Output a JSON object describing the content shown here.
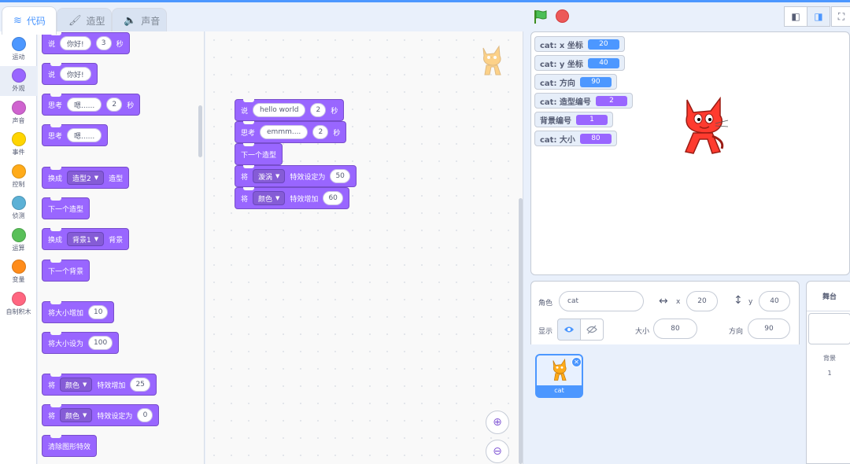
{
  "tabs": [
    {
      "label": "代码",
      "icon": "code-icon"
    },
    {
      "label": "造型",
      "icon": "brush-icon"
    },
    {
      "label": "声音",
      "icon": "speaker-icon"
    }
  ],
  "categories": [
    {
      "label": "运动",
      "color": "#4c97ff"
    },
    {
      "label": "外观",
      "color": "#9966ff"
    },
    {
      "label": "声音",
      "color": "#cf63cf"
    },
    {
      "label": "事件",
      "color": "#ffd500"
    },
    {
      "label": "控制",
      "color": "#ffab19"
    },
    {
      "label": "侦测",
      "color": "#5cb1d6"
    },
    {
      "label": "运算",
      "color": "#59c059"
    },
    {
      "label": "变量",
      "color": "#ff8c1a"
    },
    {
      "label": "自制积木",
      "color": "#ff6680"
    }
  ],
  "palette": {
    "say_secs": {
      "kw": "说",
      "text": "你好!",
      "num": "3",
      "unit": "秒"
    },
    "say": {
      "kw": "说",
      "text": "你好!"
    },
    "think_secs": {
      "kw": "思考",
      "text": "嗯......",
      "num": "2",
      "unit": "秒"
    },
    "think": {
      "kw": "思考",
      "text": "嗯......"
    },
    "switch_costume": {
      "kw": "换成",
      "dd": "造型2",
      "tail": "造型"
    },
    "next_costume": {
      "kw": "下一个造型"
    },
    "switch_backdrop": {
      "kw": "换成",
      "dd": "背景1",
      "tail": "背景"
    },
    "next_backdrop": {
      "kw": "下一个背景"
    },
    "change_size": {
      "kw": "将大小增加",
      "num": "10"
    },
    "set_size": {
      "kw": "将大小设为",
      "num": "100"
    },
    "change_effect": {
      "kw": "将",
      "dd": "颜色",
      "tail": "特效增加",
      "num": "25"
    },
    "set_effect": {
      "kw": "将",
      "dd": "颜色",
      "tail": "特效设定为",
      "num": "0"
    },
    "clear_effects": {
      "kw": "清除图形特效"
    }
  },
  "script": {
    "say_secs": {
      "kw": "说",
      "text": "hello world",
      "num": "2",
      "unit": "秒"
    },
    "think_secs": {
      "kw": "思考",
      "text": "emmm....",
      "num": "2",
      "unit": "秒"
    },
    "next_costume": {
      "kw": "下一个造型"
    },
    "set_effect": {
      "kw": "将",
      "dd": "漩涡",
      "tail": "特效设定为",
      "num": "50"
    },
    "change_effect": {
      "kw": "将",
      "dd": "颜色",
      "tail": "特效增加",
      "num": "60"
    }
  },
  "monitors": [
    {
      "label": "cat: x 坐标",
      "value": "20",
      "color": "blue"
    },
    {
      "label": "cat: y 坐标",
      "value": "40",
      "color": "blue"
    },
    {
      "label": "cat: 方向",
      "value": "90",
      "color": "blue"
    },
    {
      "label": "cat: 造型编号",
      "value": "2",
      "color": "purple"
    },
    {
      "label": "背景编号",
      "value": "1",
      "color": "purple"
    },
    {
      "label": "cat: 大小",
      "value": "80",
      "color": "purple"
    }
  ],
  "sprite_info": {
    "sprite_label": "角色",
    "sprite_name": "cat",
    "x_label": "x",
    "x_value": "20",
    "y_label": "y",
    "y_value": "40",
    "show_label": "显示",
    "size_label": "大小",
    "size_value": "80",
    "direction_label": "方向",
    "direction_value": "90"
  },
  "sprites": [
    {
      "name": "cat"
    }
  ],
  "stage_pane": {
    "title": "舞台",
    "backdrops_label": "背景",
    "backdrops_count": "1"
  }
}
